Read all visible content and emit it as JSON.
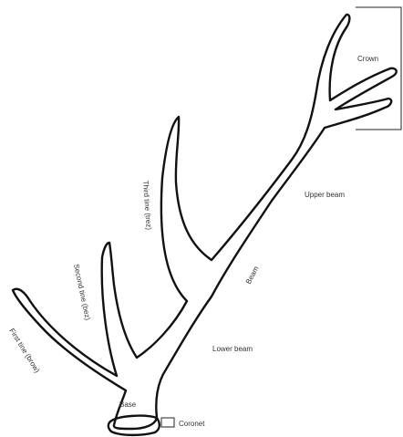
{
  "labels": {
    "crown": "Crown",
    "upper_beam": "Upper beam",
    "third_tine": "Third tine (trez)",
    "beam": "Beam",
    "second_tine": "Second tine (bez)",
    "lower_beam": "Lower beam",
    "first_tine": "First tine (brow)",
    "base": "Base",
    "coronet": "Coronet"
  },
  "colors": {
    "outline": "#111111",
    "text": "#333333"
  }
}
